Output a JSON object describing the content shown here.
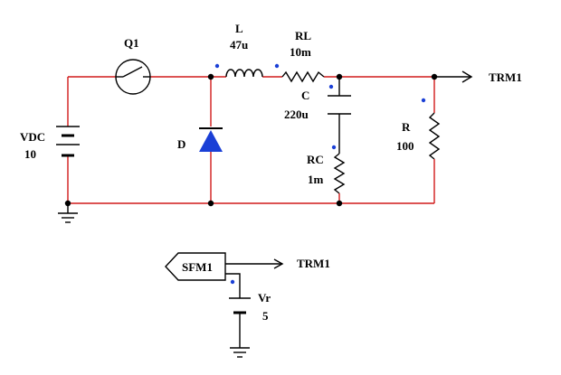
{
  "components": {
    "switch": {
      "name": "Q1"
    },
    "inductor": {
      "name": "L",
      "value": "47u"
    },
    "resistor_l": {
      "name": "RL",
      "value": "10m"
    },
    "capacitor": {
      "name": "C",
      "value": "220u"
    },
    "resistor_c": {
      "name": "RC",
      "value": "1m"
    },
    "load": {
      "name": "R",
      "value": "100"
    },
    "diode": {
      "name": "D"
    },
    "source": {
      "name": "VDC",
      "value": "10"
    },
    "ref_source": {
      "name": "Vr",
      "value": "5"
    },
    "sfm_block": {
      "name": "SFM1"
    }
  },
  "terminals": {
    "output": "TRM1",
    "sfm_output": "TRM1"
  },
  "colors": {
    "wire": "#d11a1a",
    "pin_dot": "#1a3fd6"
  }
}
